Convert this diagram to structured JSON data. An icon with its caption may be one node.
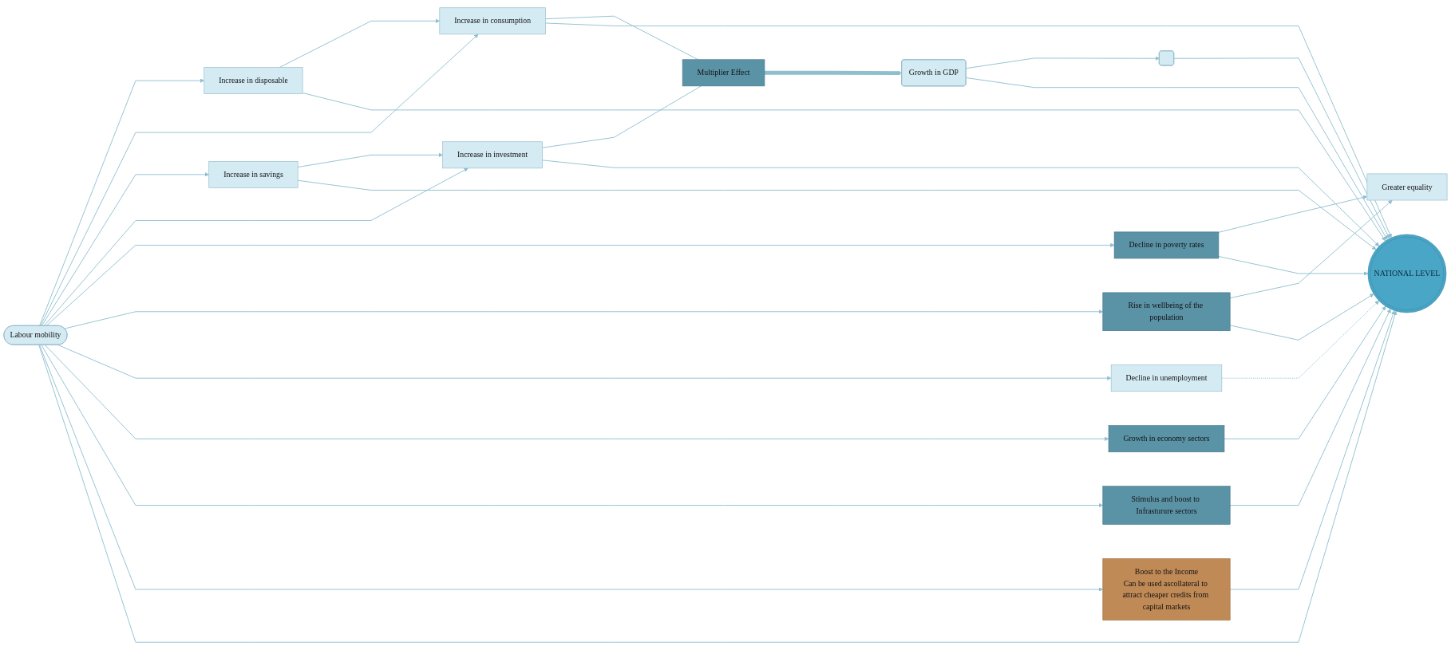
{
  "diagram": {
    "nodes": [
      {
        "text": [
          "Labour mobility"
        ]
      },
      {
        "text": [
          "Increase in disposable"
        ]
      },
      {
        "text": [
          "Increase in consumption"
        ]
      },
      {
        "text": [
          "Increase in savings"
        ]
      },
      {
        "text": [
          "Increase in investment"
        ]
      },
      {
        "text": [
          "Decline in poverty rates"
        ]
      },
      {
        "text": [
          "Rise in wellbeing of the population"
        ]
      },
      {
        "text": [
          "Multiplier Effect"
        ]
      },
      {
        "text": [
          "Greater equality"
        ]
      },
      {
        "text": [
          "Growth in GDP"
        ]
      },
      {
        "text": [],
        "shape": "box"
      },
      {
        "text": [
          "Decline in unemployment"
        ]
      },
      {
        "text": [
          "Growth in economy sectors"
        ]
      },
      {
        "text": [
          "Stimulus and boost to Infrasturure sectors"
        ]
      },
      {
        "text": [
          "Boost to the Income",
          "Can be used ascollateral to attract cheaper credits from capital markets"
        ]
      },
      {
        "text": [
          "NATIONAL LEVEL"
        ]
      }
    ],
    "edges": [
      {
        "from": 0,
        "to": 1,
        "arrow": "to"
      },
      {
        "from": 0,
        "to": 2,
        "arrow": "to"
      },
      {
        "from": 0,
        "to": 3,
        "arrow": "to"
      },
      {
        "from": 0,
        "to": 4,
        "arrow": "to"
      },
      {
        "from": 0,
        "to": 5,
        "arrow": "to"
      },
      {
        "from": 0,
        "to": 6,
        "arrow": "to"
      },
      {
        "from": 0,
        "to": 11,
        "arrow": "to"
      },
      {
        "from": 0,
        "to": 12,
        "arrow": "to"
      },
      {
        "from": 0,
        "to": 13,
        "arrow": "to"
      },
      {
        "from": 0,
        "to": 14,
        "arrow": "to"
      },
      {
        "from": 1,
        "to": 2,
        "arrow": "to"
      },
      {
        "from": 3,
        "to": 4,
        "arrow": "to"
      },
      {
        "from": 2,
        "to": 7,
        "arrow": "none"
      },
      {
        "from": 4,
        "to": 7,
        "arrow": "none"
      },
      {
        "from": 7,
        "to": 9,
        "arrow": "to",
        "style": "thick"
      },
      {
        "from": 5,
        "to": 8,
        "arrow": "to"
      },
      {
        "from": 6,
        "to": 8,
        "arrow": "to"
      },
      {
        "from": 9,
        "to": 10,
        "arrow": "to"
      },
      {
        "from": 2,
        "to": 15,
        "arrow": "to"
      },
      {
        "from": 3,
        "to": 15,
        "arrow": "to"
      },
      {
        "from": 4,
        "to": 15,
        "arrow": "to"
      },
      {
        "from": 5,
        "to": 15,
        "arrow": "to"
      },
      {
        "from": 6,
        "to": 15,
        "arrow": "to"
      },
      {
        "from": 0,
        "to": 15,
        "arrow": "to"
      },
      {
        "from": 1,
        "to": 15,
        "arrow": "to"
      },
      {
        "from": 11,
        "to": 15,
        "arrow": "to",
        "style": "dashed"
      },
      {
        "from": 12,
        "to": 15,
        "arrow": "to"
      },
      {
        "from": 13,
        "to": 15,
        "arrow": "to"
      },
      {
        "from": 14,
        "to": 15,
        "arrow": "to"
      },
      {
        "from": 9,
        "to": 15,
        "arrow": "to"
      },
      {
        "from": 10,
        "to": 15,
        "arrow": "to"
      }
    ]
  }
}
